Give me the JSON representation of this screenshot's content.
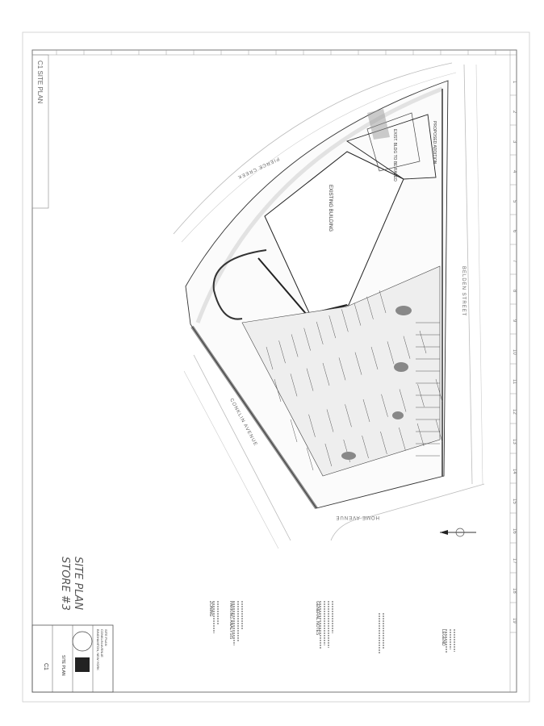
{
  "sheet": {
    "side_strip_label": "C1  SITE PLAN",
    "handwritten_note_line1": "STORE #3",
    "handwritten_note_line2": "SITE PLAN",
    "grid_numbers": [
      "1",
      "2",
      "3",
      "4",
      "5",
      "6",
      "7",
      "8",
      "9",
      "10",
      "11",
      "12",
      "13",
      "14",
      "15",
      "16",
      "17",
      "18",
      "19"
    ]
  },
  "plan": {
    "existing_building": "EXISTING BUILDING",
    "razed_building": "EXIST. BLDG TO BE RAZED",
    "proposed_addition": "PROPOSED ADDITION",
    "street_right": "BELDEN STREET",
    "street_bottom": "HOME AVENUE",
    "street_left": "CONKLIN AVENUE",
    "street_top": "PIERCE CREEK"
  },
  "notes": {
    "general_notes_title": "GENERAL NOTES",
    "legend_title": "LEGEND",
    "parking_title": "PARKING ANALYSIS",
    "zoning_title": "ZONING"
  },
  "title_block": {
    "project_line1": "SITE PLAN",
    "project_line2": "CONKLIN AVENUE",
    "project_line3": "BINGHAMTON, NEW YORK",
    "sheet_title": "SITE PLAN",
    "sheet_number": "C1"
  },
  "colors": {
    "ink": "#222222",
    "paper": "#ffffff",
    "faint": "#aaaaaa"
  }
}
